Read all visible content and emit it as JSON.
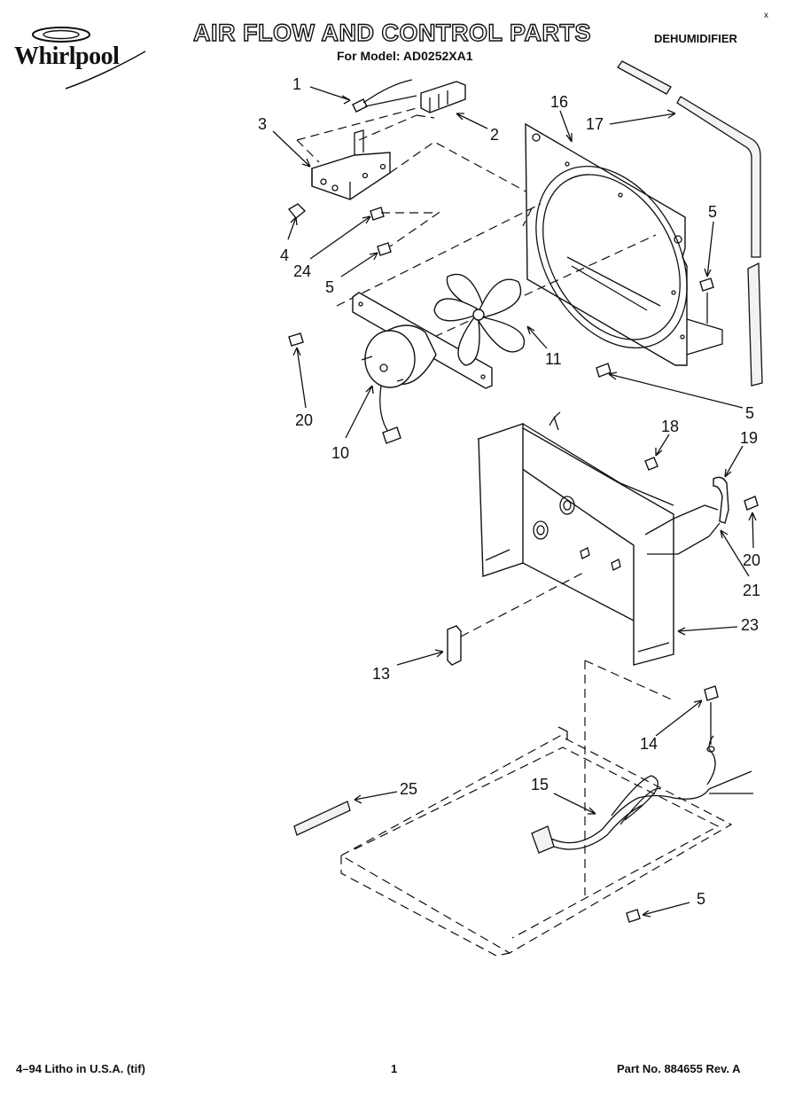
{
  "header": {
    "brand": "Whirlpool",
    "title": "AIR FLOW AND CONTROL PARTS",
    "model_line": "For Model: AD0252XA1",
    "category": "DEHUMIDIFIER",
    "corner_mark": "x"
  },
  "footer": {
    "left": "4–94 Litho in U.S.A. (tif)",
    "page": "1",
    "part_no": "Part No. 884655  Rev. A"
  },
  "callouts": [
    "1",
    "2",
    "3",
    "4",
    "24",
    "5",
    "16",
    "17",
    "5",
    "20",
    "10",
    "11",
    "5",
    "18",
    "19",
    "20",
    "21",
    "23",
    "13",
    "14",
    "15",
    "25",
    "5"
  ],
  "colors": {
    "ink": "#111111",
    "paper": "#ffffff"
  }
}
